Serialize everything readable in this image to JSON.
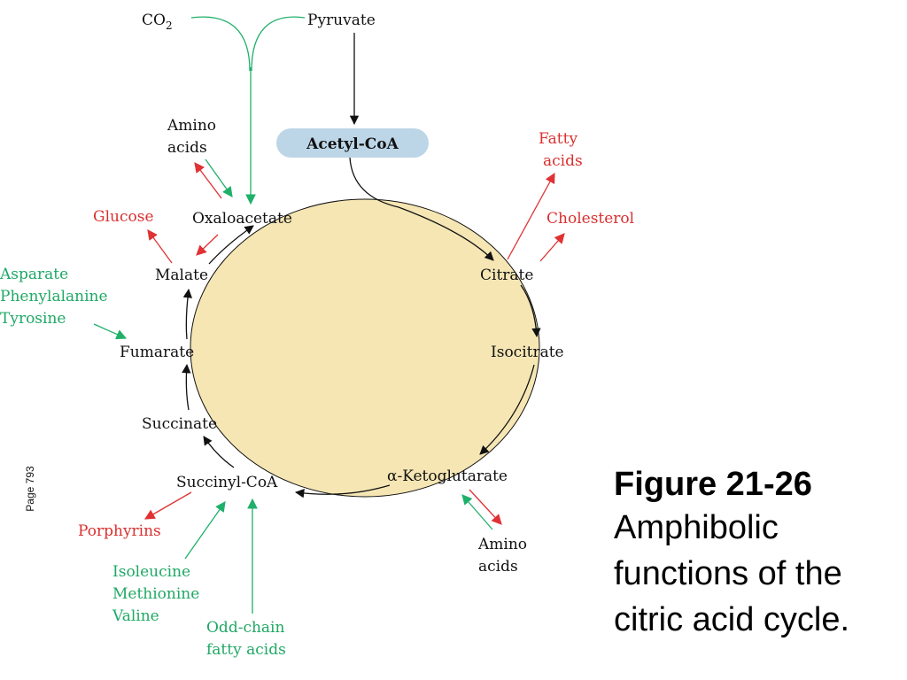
{
  "cycle": {
    "intermediates": {
      "oxaloacetate": "Oxaloacetate",
      "citrate": "Citrate",
      "isocitrate": "Isocitrate",
      "ketoglutarate": "α-Ketoglutarate",
      "succinyl_coa": "Succinyl-CoA",
      "succinate": "Succinate",
      "fumarate": "Fumarate",
      "malate": "Malate"
    },
    "entry": {
      "co2_base": "CO",
      "co2_sub": "2",
      "pyruvate": "Pyruvate",
      "acetyl_coa": "Acetyl-CoA"
    }
  },
  "products": {
    "fatty_acids": [
      "Fatty",
      "acids"
    ],
    "cholesterol": "Cholesterol",
    "glucose": "Glucose",
    "porphyrins": "Porphyrins"
  },
  "inputs": {
    "asparate_group": [
      "Asparate",
      "Phenylalanine",
      "Tyrosine"
    ],
    "isoleucine_group": [
      "Isoleucine",
      "Methionine",
      "Valine"
    ],
    "odd_chain": [
      "Odd-chain",
      "fatty acids"
    ]
  },
  "bidirectional": {
    "amino_acids_top": [
      "Amino",
      "acids"
    ],
    "amino_acids_bottom": [
      "Amino",
      "acids"
    ]
  },
  "caption": {
    "figure_number": "Figure 21-26",
    "lines": [
      "Amphibolic",
      "functions of the",
      "citric acid cycle."
    ]
  },
  "page_reference": "Page 793",
  "colors": {
    "cycle_fill": "#f5e6b4",
    "acetyl_coa_fill": "#bcd6e8",
    "product_red": "#d9302f",
    "input_green": "#1fa865"
  }
}
